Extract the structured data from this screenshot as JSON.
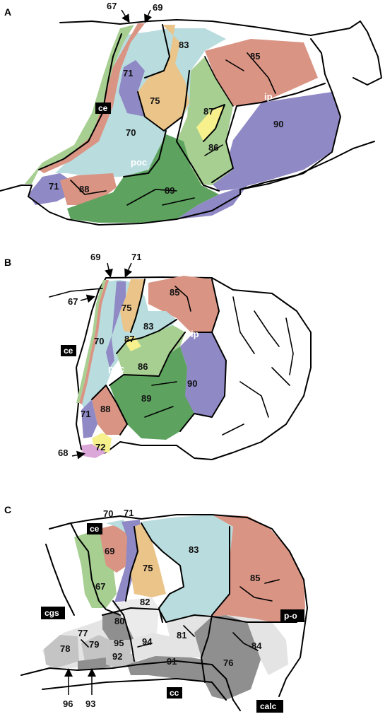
{
  "colors": {
    "salmon": "#d99484",
    "lightblue": "#b9dcde",
    "lightgreen": "#a6cf91",
    "darkgreen": "#5da35f",
    "purple": "#8f89c6",
    "tan": "#ebc48a",
    "yellow": "#f6f08d",
    "pink": "#dba6d8",
    "grey_light": "#e4e4e4",
    "grey_mid": "#c4c4c4",
    "grey_dark": "#8f8f8f",
    "black_tag": "#000000"
  },
  "panels": {
    "A": {
      "letter": "A",
      "areas": [
        "67",
        "69",
        "83",
        "85",
        "71",
        "ce",
        "75",
        "87",
        "ip",
        "90",
        "70",
        "86",
        "poc",
        "71",
        "88",
        "89"
      ],
      "areas_map": {
        "a83": "83",
        "a85": "85",
        "a71": "71",
        "a75": "75",
        "a87": "87",
        "a90": "90",
        "a70": "70",
        "a86": "86",
        "a71b": "71",
        "a88": "88",
        "a89": "89"
      },
      "pointer_67": "67",
      "pointer_69": "69",
      "tag_ce": "ce",
      "label_ip": "ip",
      "label_poc": "poc"
    },
    "B": {
      "letter": "B",
      "areas_map": {
        "a75": "75",
        "a85": "85",
        "a83": "83",
        "a87": "87",
        "a70": "70",
        "a86": "86",
        "a90": "90",
        "a89": "89",
        "a88": "88",
        "a71": "71",
        "a72": "72"
      },
      "pointer_69": "69",
      "pointer_71": "71",
      "pointer_67": "67",
      "pointer_68": "68",
      "tag_ce": "ce",
      "label_ip": "ip",
      "label_poc": "poc"
    },
    "C": {
      "letter": "C",
      "areas_map": {
        "a70": "70",
        "a71": "71",
        "a69": "69",
        "a75": "75",
        "a83": "83",
        "a85": "85",
        "a67": "67",
        "a82": "82",
        "a80": "80",
        "a77": "77",
        "a81": "81",
        "a79": "79",
        "a95": "95",
        "a94": "94",
        "a78": "78",
        "a92": "92",
        "a91": "91",
        "a84": "84",
        "a76": "76"
      },
      "tag_ce": "ce",
      "tag_cgs": "cgs",
      "tag_po": "p-o",
      "tag_cc": "cc",
      "tag_calc": "calc",
      "pointer_96": "96",
      "pointer_93": "93"
    }
  }
}
